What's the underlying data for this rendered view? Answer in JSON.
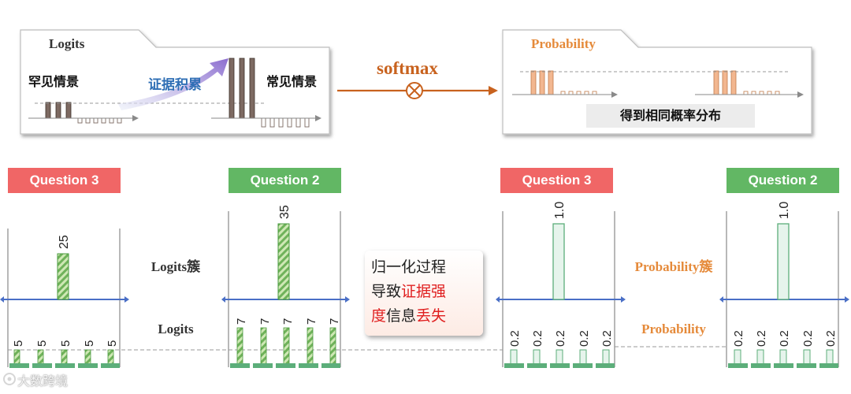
{
  "top": {
    "logits_title": "Logits",
    "rare_scene": "罕见情景",
    "evidence_accum": "证据积累",
    "common_scene": "常见情景",
    "softmax_label": "softmax",
    "prob_title": "Probability",
    "same_dist": "得到相同概率分布"
  },
  "bottom": {
    "q3_left": "Question 3",
    "q2_left": "Question 2",
    "q3_right": "Question 3",
    "q2_right": "Question 2",
    "logits_cluster": "Logits簇",
    "logits": "Logits",
    "prob_cluster": "Probability簇",
    "probability": "Probability",
    "q3_logits": {
      "peak": "25",
      "small": [
        "5",
        "5",
        "5",
        "5",
        "5"
      ]
    },
    "q2_logits": {
      "peak": "35",
      "small": [
        "7",
        "7",
        "7",
        "7",
        "7"
      ]
    },
    "q3_prob": {
      "peak": "1.0",
      "small": [
        "0.2",
        "0.2",
        "0.2",
        "0.2",
        "0.2"
      ]
    },
    "q2_prob": {
      "peak": "1.0",
      "small": [
        "0.2",
        "0.2",
        "0.2",
        "0.2",
        "0.2"
      ]
    }
  },
  "callout": {
    "line1": "归一化过程",
    "line2_a": "导致",
    "line2_b": "证据强",
    "line3_a": "度",
    "line3_b": "信息",
    "line3_c": "丢失"
  },
  "watermark": "大数跨境",
  "colors": {
    "red_badge": "#f06666",
    "green_badge": "#62b764",
    "orange": "#e58a3a",
    "softmax_brown": "#c8621e",
    "axis_blue": "#4a6fc6",
    "bar_green": "#5cae7a",
    "logit_bar": "#7d6a62",
    "prob_bar": "#f2b790",
    "highlight_red": "#e02020"
  }
}
